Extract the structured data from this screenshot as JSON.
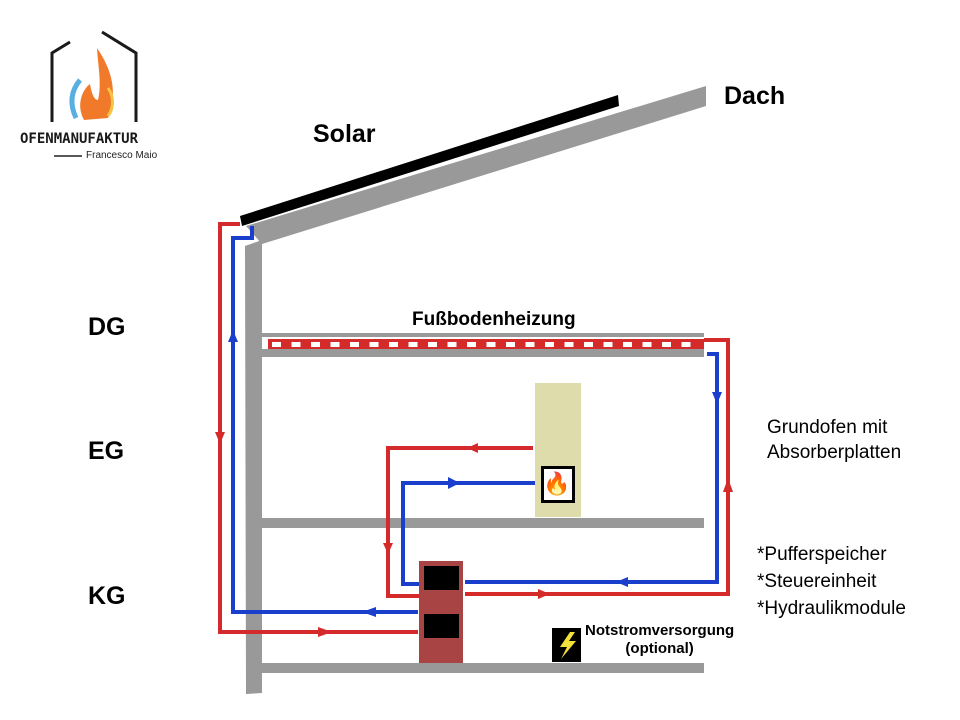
{
  "logo": {
    "name": "OFENMANUFAKTUR",
    "subtitle": "Francesco Maio",
    "icon": "house-flame-logo"
  },
  "labels": {
    "roof": "Dach",
    "solar": "Solar",
    "floor_heating": "Fußbodenheizung",
    "stove": [
      "Grundofen mit",
      "Absorberplatten"
    ],
    "components": [
      "*Pufferspeicher",
      "*Steuereinheit",
      "*Hydraulikmodule"
    ],
    "emergency_power": [
      "Notstromversorgung",
      "(optional)"
    ]
  },
  "floors": [
    {
      "id": "DG",
      "label": "DG"
    },
    {
      "id": "EG",
      "label": "EG"
    },
    {
      "id": "KG",
      "label": "KG"
    }
  ],
  "icons": {
    "stove_fire": "🔥",
    "lightning": "⚡"
  },
  "colors": {
    "hot_pipe": "#d42a2a",
    "cold_pipe": "#1a3fcc",
    "structure": "#999999",
    "solar_panel": "#000000",
    "stove": "#dedcaa",
    "buffer_tank": "#a84444"
  }
}
